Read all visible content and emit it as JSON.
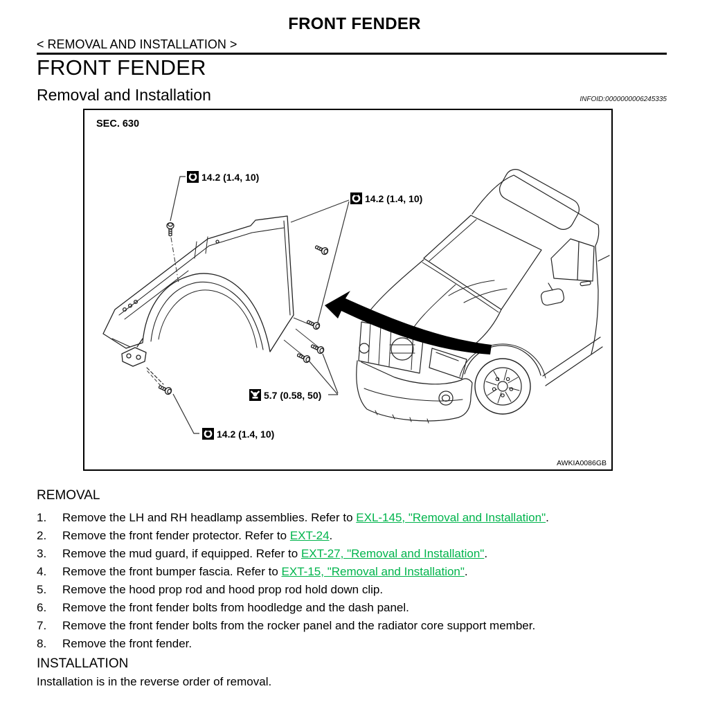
{
  "page": {
    "header_title": "FRONT FENDER",
    "breadcrumb": "< REMOVAL AND INSTALLATION >",
    "section_title": "FRONT FENDER",
    "subsection_title": "Removal and Installation",
    "infoid": "INFOID:0000000006245335"
  },
  "diagram": {
    "sec_label": "SEC. 630",
    "figure_id": "AWKIA0086GB",
    "torque_labels": [
      {
        "value": "14.2 (1.4, 10)",
        "icon": "torque-wrench-icon"
      },
      {
        "value": "14.2 (1.4, 10)",
        "icon": "torque-wrench-icon"
      },
      {
        "value": "5.7 (0.58, 50)",
        "icon": "torque-screw-icon"
      },
      {
        "value": "14.2 (1.4, 10)",
        "icon": "torque-wrench-icon"
      }
    ]
  },
  "removal": {
    "heading": "REMOVAL",
    "steps": [
      {
        "num": "1.",
        "text": "Remove the LH and RH headlamp assemblies. Refer to ",
        "link": "EXL-145, \"Removal and Installation\"",
        "suffix": "."
      },
      {
        "num": "2.",
        "text": "Remove the front fender protector. Refer to ",
        "link": "EXT-24",
        "suffix": "."
      },
      {
        "num": "3.",
        "text": "Remove the mud guard, if equipped. Refer to ",
        "link": "EXT-27, \"Removal and Installation\"",
        "suffix": "."
      },
      {
        "num": "4.",
        "text": "Remove the front bumper fascia. Refer to ",
        "link": "EXT-15, \"Removal and Installation\"",
        "suffix": "."
      },
      {
        "num": "5.",
        "text": "Remove the hood prop rod and hood prop rod hold down clip.",
        "link": null,
        "suffix": ""
      },
      {
        "num": "6.",
        "text": "Remove the front fender bolts from hoodledge and the dash panel.",
        "link": null,
        "suffix": ""
      },
      {
        "num": "7.",
        "text": "Remove the front fender bolts from the rocker panel and the radiator core support member.",
        "link": null,
        "suffix": ""
      },
      {
        "num": "8.",
        "text": "Remove the front fender.",
        "link": null,
        "suffix": ""
      }
    ]
  },
  "installation": {
    "heading": "INSTALLATION",
    "text": "Installation is in the reverse order of removal."
  },
  "colors": {
    "link_green": "#00b44c",
    "ink": "#000000"
  }
}
